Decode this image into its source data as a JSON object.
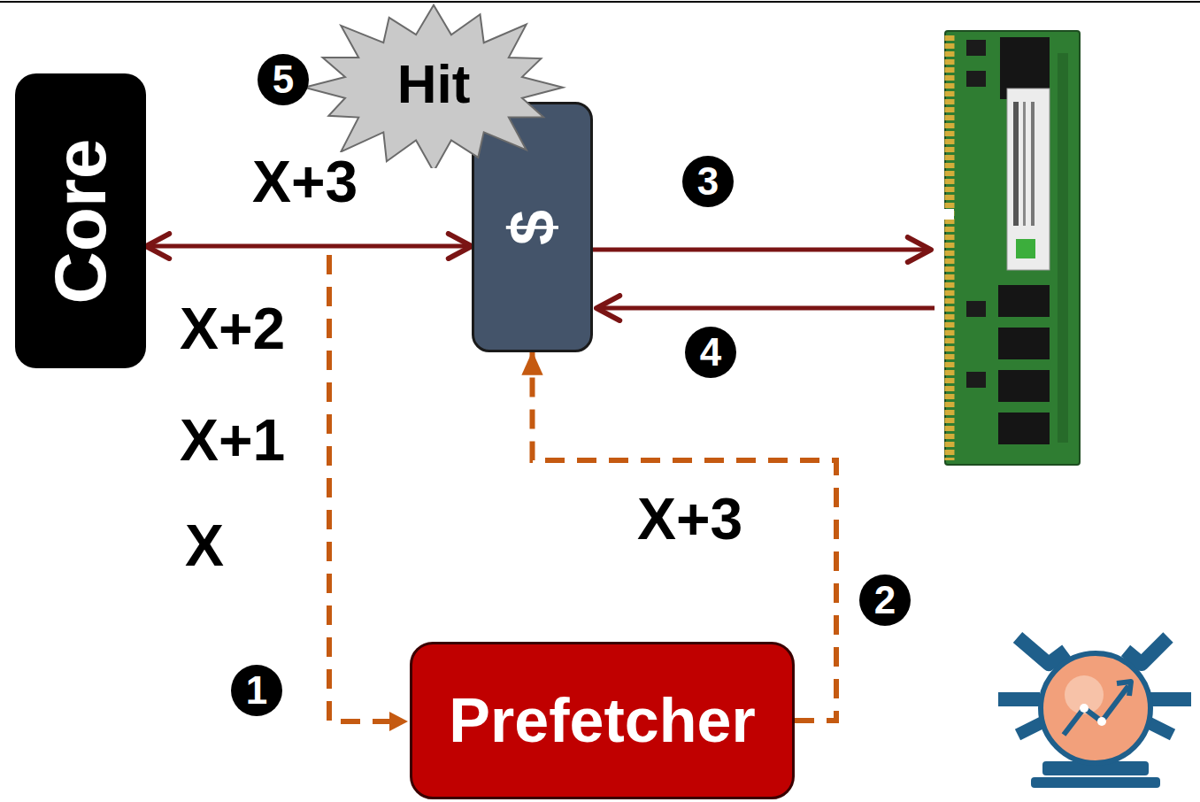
{
  "diagram": {
    "nodes": [
      {
        "text": [
          "Core"
        ]
      },
      {
        "text": [
          "$"
        ]
      },
      {
        "text": [
          "Prefetcher"
        ]
      },
      {
        "text": [
          "Hit"
        ]
      }
    ],
    "edges": [
      {
        "from": 0,
        "to": 1,
        "arrow": "both",
        "label": "X+3"
      },
      {
        "from": 2,
        "to": 1,
        "arrow": "to",
        "label": "X+3"
      }
    ],
    "labels": [
      "5",
      "3",
      "X+2",
      "4",
      "X+1",
      "X",
      "2",
      "1"
    ]
  }
}
